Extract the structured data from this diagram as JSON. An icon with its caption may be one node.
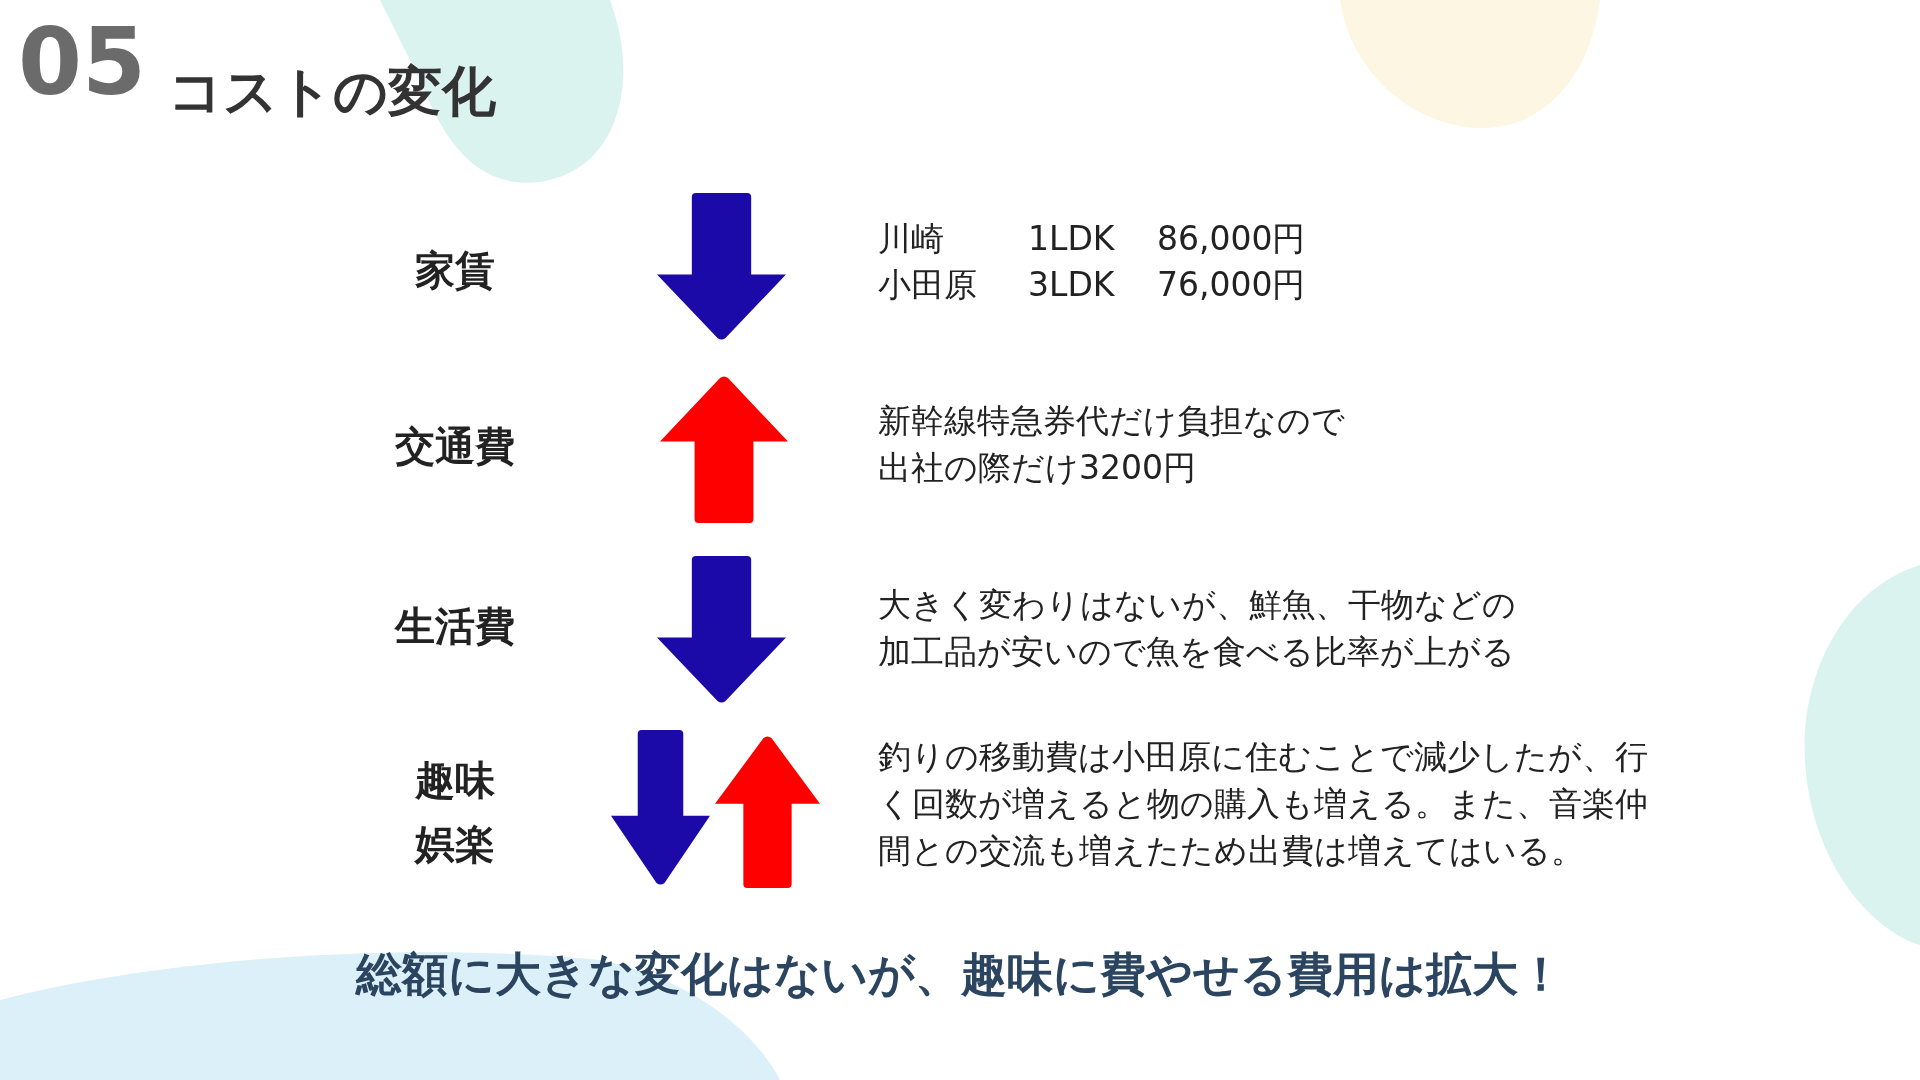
{
  "diagram": {
    "title": "コストの変化",
    "caption": "総額に大きな変化はないが、趣味に費やせる費用は拡大！",
    "labels": [
      "05",
      "家賃",
      "川崎",
      "1LDK",
      "86,000円",
      "小田原",
      "3LDK",
      "76,000円",
      "交通費",
      "新幹線特急券代だけ負担なので出社の際だけ3200円",
      "生活費",
      "大きく変わりはないが、鮮魚、干物などの加工品が安いので魚を食べる比率が上がる",
      "趣味娯楽",
      "釣りの移動費は小田原に住むことで減少したが、行く回数が増えると物の購入も増える。また、音楽仲間との交流も増えたため出費は増えてはいる。"
    ]
  }
}
